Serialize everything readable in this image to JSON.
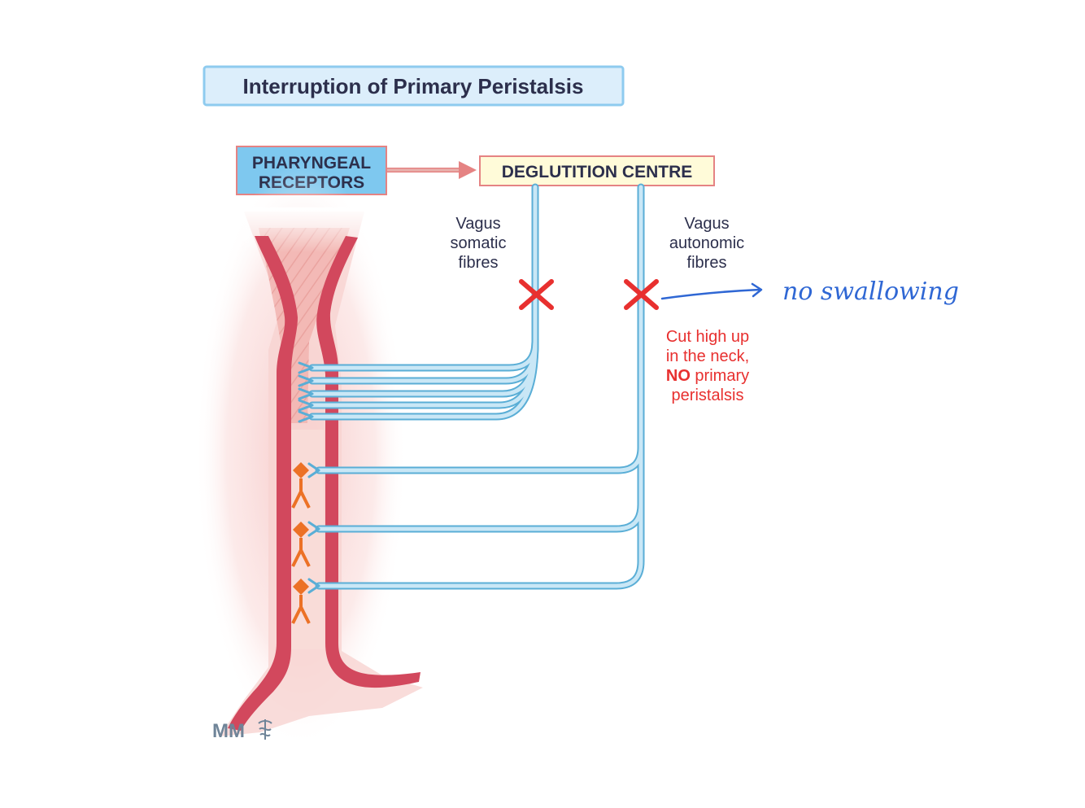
{
  "title": "Interruption of Primary Peristalsis",
  "pharyngeal_receptors": {
    "line1": "PHARYNGEAL",
    "line2": "RECEPTORS"
  },
  "deglutition_centre": "DEGLUTITION CENTRE",
  "vagus_somatic": {
    "line1": "Vagus",
    "line2": "somatic",
    "line3": "fibres"
  },
  "vagus_autonomic": {
    "line1": "Vagus",
    "line2": "autonomic",
    "line3": "fibres"
  },
  "cut_note": {
    "line1": "Cut high up",
    "line2": "in the neck,",
    "line3_bold": "NO",
    "line3_rest": " primary",
    "line4": "peristalsis"
  },
  "handwritten_note": "no swallowing",
  "logo": "MM",
  "colors": {
    "nerve_fill": "#c9e7f6",
    "nerve_stroke": "#5aaed6",
    "muscle": "#d2485d",
    "cut_mark": "#e8302f",
    "cut_text": "#e8302f",
    "receptor": "#ec7126",
    "title_box_bg": "#dceefb",
    "title_box_border": "#8ecbef",
    "receptor_box_bg": "#7ec8ef",
    "receptor_box_border": "#e58383",
    "centre_box_bg": "#fffbd9",
    "centre_box_border": "#e58383",
    "handwriting": "#2f67d4",
    "text_dark": "#2c2f4c"
  }
}
